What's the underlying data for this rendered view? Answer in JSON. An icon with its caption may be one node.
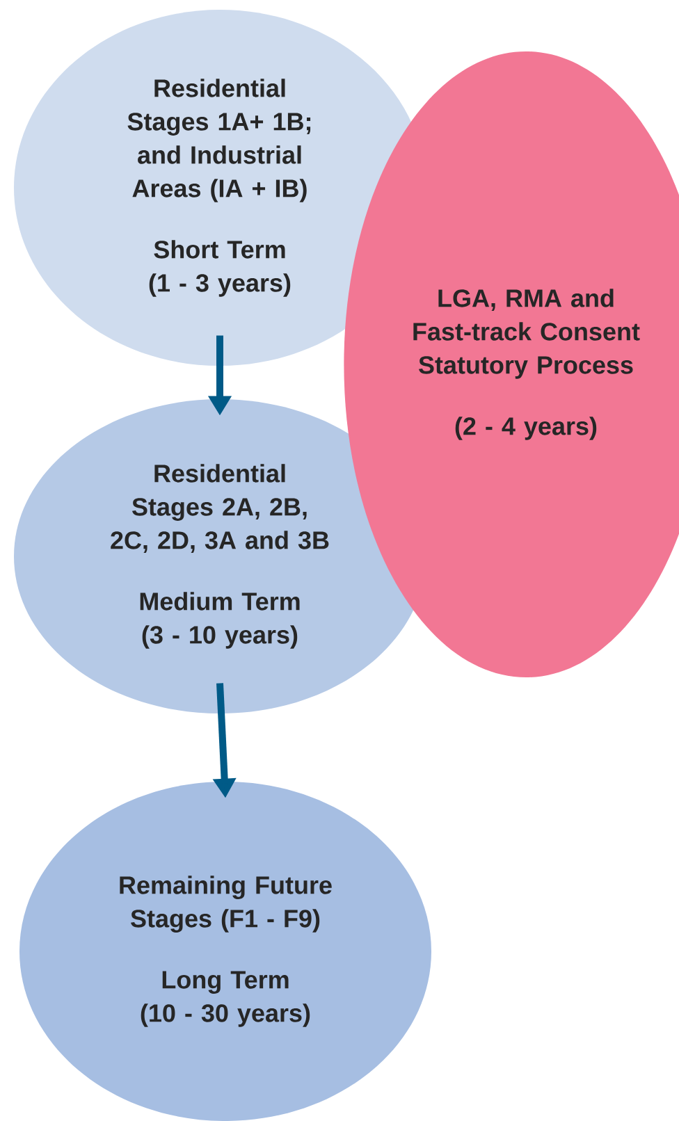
{
  "diagram": {
    "nodes": [
      {
        "text": [
          "Residential Stages 1A+ 1B; and Industrial Areas (IA + IB)",
          "Short Term (1 - 3 years)"
        ]
      },
      {
        "text": [
          "Residential Stages 2A, 2B, 2C, 2D, 3A and 3B",
          "Medium Term (3 - 10 years)"
        ]
      },
      {
        "text": [
          "Remaining Future Stages (F1 - F9)",
          "Long Term (10 - 30 years)"
        ]
      },
      {
        "text": [
          "LGA, RMA and Fast-track Consent Statutory Process",
          "(2 - 4 years)"
        ]
      }
    ],
    "edges": [
      {
        "from": 0,
        "to": 1,
        "arrow": "to"
      },
      {
        "from": 1,
        "to": 2,
        "arrow": "to"
      }
    ]
  }
}
